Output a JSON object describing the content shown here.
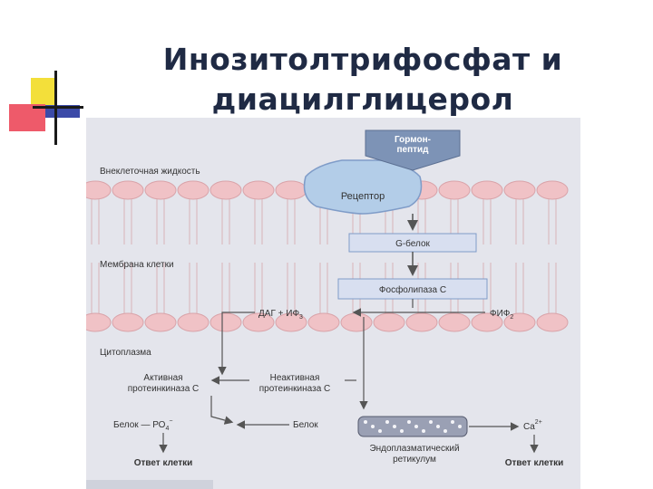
{
  "title_line1": "Инозитолтрифосфат и",
  "title_line2": "диацилглицерол",
  "diagram": {
    "hormone_line1": "Гормон-",
    "hormone_line2": "пептид",
    "receptor": "Рецептор",
    "extracellular": "Внеклеточная жидкость",
    "g_protein": "G-белок",
    "membrane": "Мембрана клетки",
    "phospholipase": "Фосфолипаза С",
    "dag_ip3": "ДАГ + ИФ",
    "ip3_sub": "3",
    "pip2": "ФИФ",
    "pip2_sub": "2",
    "cytoplasm": "Цитоплазма",
    "active_pk_line1": "Активная",
    "active_pk_line2": "протеинкиназа С",
    "inactive_pk_line1": "Неактивная",
    "inactive_pk_line2": "протеинкиназа С",
    "protein_po4": "Белок — РО",
    "po4_sub": "4",
    "po4_sup": "−",
    "protein": "Белок",
    "er_line1": "Эндоплазматический",
    "er_line2": "ретикулум",
    "ca": "Ca",
    "ca_sup": "2+",
    "response_left": "Ответ клетки",
    "response_right": "Ответ клетки"
  },
  "colors": {
    "title": "#1f2a44",
    "panel": "#e4e5ec",
    "membrane_head": "#f0c2c6",
    "receptor": "#b3cde8",
    "box_fill": "#d8dff0",
    "box_stroke": "#7f9cc8",
    "arrow": "#555555",
    "text": "#333333"
  }
}
